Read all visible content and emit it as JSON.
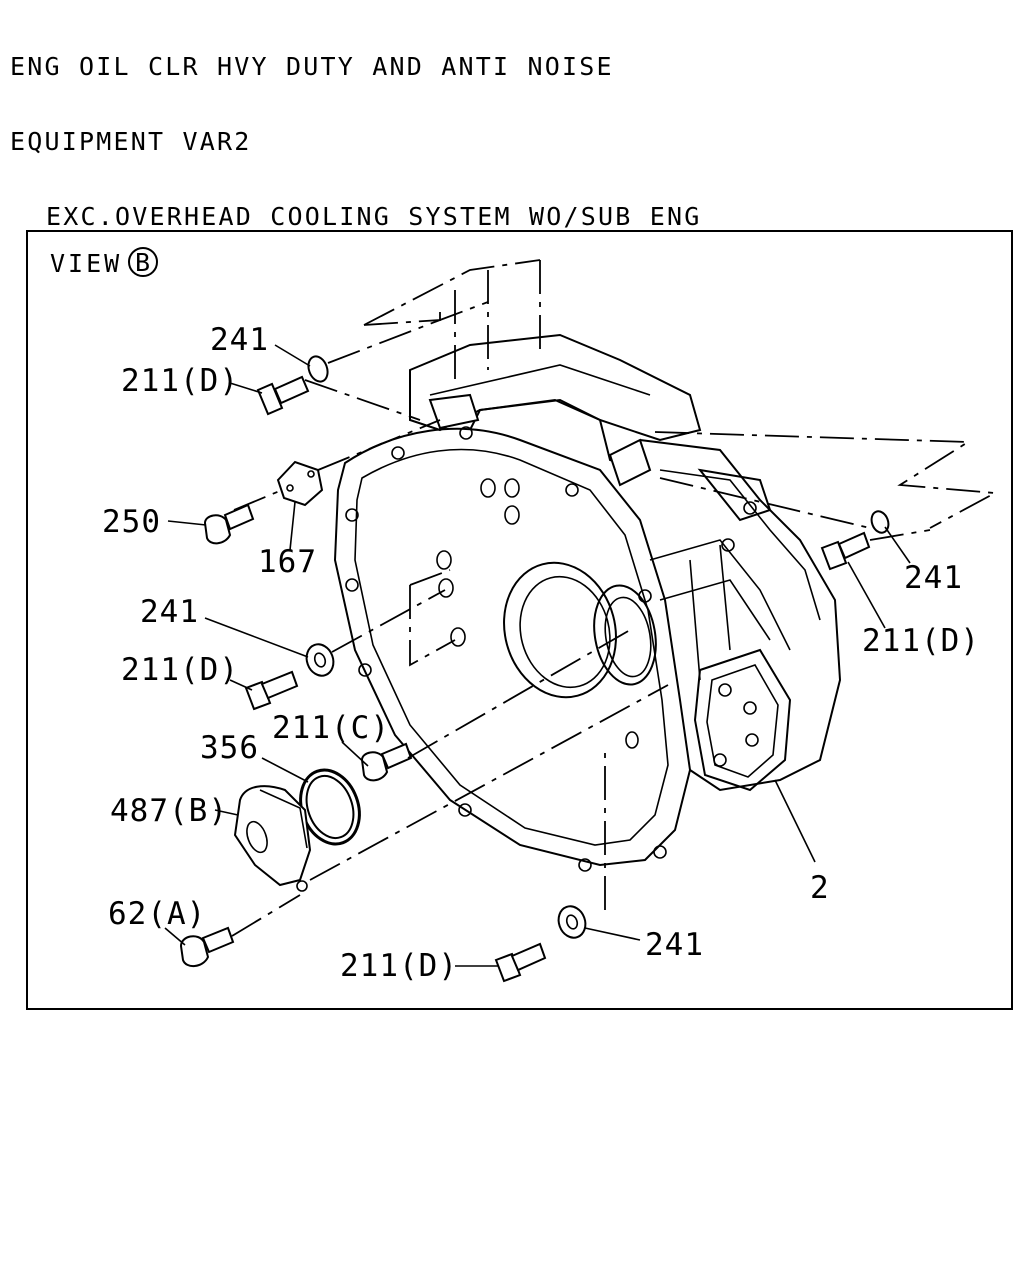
{
  "header": {
    "line1": "ENG OIL CLR HVY DUTY AND ANTI NOISE",
    "line2": "EQUIPMENT VAR2",
    "line3": "EXC.OVERHEAD COOLING SYSTEM WO/SUB ENG"
  },
  "view": {
    "label": "VIEW",
    "marker": "B"
  },
  "callouts": {
    "c241_top": "241",
    "c211d_top": "211(D)",
    "c250": "250",
    "c167": "167",
    "c241_right": "241",
    "c211d_right": "211(D)",
    "c241_mid": "241",
    "c211d_mid": "211(D)",
    "c211c": "211(C)",
    "c356": "356",
    "c487b": "487(B)",
    "c2": "2",
    "c62a": "62(A)",
    "c241_bottom": "241",
    "c211d_bottom": "211(D)"
  }
}
